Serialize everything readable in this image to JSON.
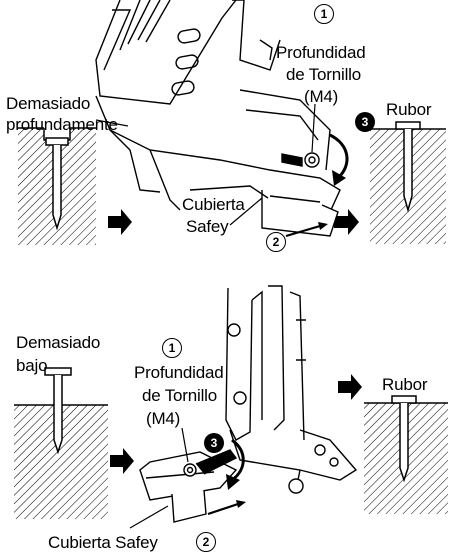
{
  "top": {
    "num_depth": "1",
    "depth_line1": "Profundidad",
    "depth_line2": "de Tornillo",
    "depth_line3": "(M4)",
    "too_deep_line1": "Demasiado",
    "too_deep_line2": "profundamente",
    "flush": "Rubor",
    "num_rotate": "3",
    "cover_line1": "Cubierta",
    "cover_line2": "Safey",
    "num_cover": "2"
  },
  "bottom": {
    "too_shallow_line1": "Demasiado",
    "too_shallow_line2": "bajo",
    "num_depth": "1",
    "depth_line1": "Profundidad",
    "depth_line2": "de Tornillo",
    "depth_line3": "(M4)",
    "flush": "Rubor",
    "num_rotate": "3",
    "cover": "Cubierta Safey",
    "num_cover": "2"
  }
}
